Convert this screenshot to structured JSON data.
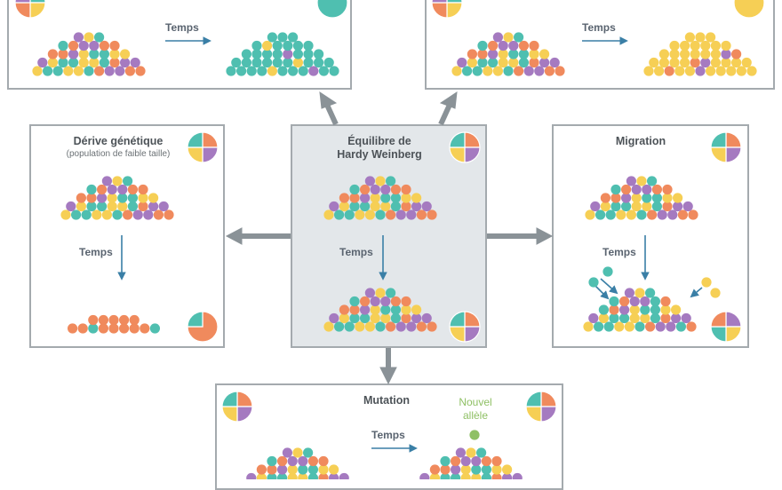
{
  "panels": {
    "top_left": {
      "time_label": "Temps"
    },
    "top_right": {
      "time_label": "Temps"
    },
    "drift": {
      "title": "Dérive génétique",
      "subtitle": "(population de faible taille)",
      "time_label": "Temps"
    },
    "center": {
      "title_line1": "Équilibre de",
      "title_line2": "Hardy Weinberg",
      "time_label": "Temps"
    },
    "migration": {
      "title": "Migration",
      "time_label": "Temps"
    },
    "mutation": {
      "title": "Mutation",
      "time_label": "Temps",
      "new_allele_line1": "Nouvel",
      "new_allele_line2": "allèle"
    }
  },
  "colors": {
    "orange": "#f08a5d",
    "teal": "#4fbfb0",
    "purple": "#a57ac0",
    "yellow": "#f6cf55",
    "green": "#8fc065",
    "arrow_gray": "#8a9297",
    "arrow_blue": "#3a7fa6",
    "border": "#a4aaae"
  }
}
